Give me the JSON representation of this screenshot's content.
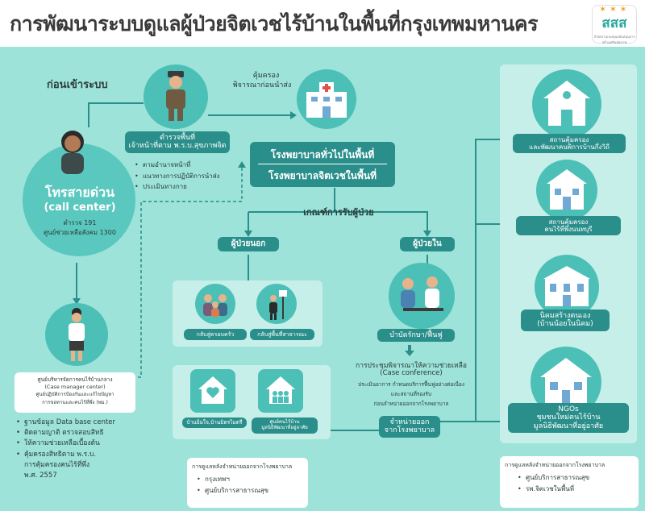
{
  "title": "การพัฒนาระบบดูแลผู้ป่วยจิตเวชไร้บ้านในพื้นที่กรุงเทพมหานคร",
  "logo": {
    "text": "สสส",
    "sub": "สำนักงานกองทุนสนับสนุนการสร้างเสริมสุขภาพ"
  },
  "before_system": "ก่อนเข้าระบบ",
  "call_center": {
    "title": "โทรสายด่วน",
    "sub": "(call center)",
    "line1": "ตำรวจ 191",
    "line2": "ศูนย์ช่วยเหลือสังคม 1300"
  },
  "police": {
    "label": "ตำรวจพื้นที่\nเจ้าหน้าที่ตาม พ.ร.บ.สุขภาพจิต",
    "bullets": [
      "ตามอำนาจหน้าที่",
      "แนวทางการปฏิบัติการนำส่ง",
      "ประเมินทางกาย"
    ]
  },
  "protect_note": {
    "line1": "คุ้มครอง",
    "line2": "พิจารณาก่อนนำส่ง"
  },
  "hospital": {
    "line1": "โรงพยาบาลทั่วไปในพื้นที่",
    "line2": "โรงพยาบาลจิตเวชในพื้นที่"
  },
  "criteria": "เกณฑ์การรับผู้ป่วย",
  "outpatient": "ผู้ป่วยนอก",
  "inpatient": "ผู้ป่วยใน",
  "out_options": [
    "กลับสู่ครอบครัว",
    "กลับสู่พื้นที่สาธารณะ"
  ],
  "out_places": [
    "บ้านอิ่มใจ,บ้านมิตรไมตรี",
    "ศูนย์คนไร้บ้าน\nมูลนิธิพัฒนาที่อยู่อาศัย"
  ],
  "out_followup": {
    "title": "การดูแลหลังจำหน่ายออกจากโรงพยาบาล",
    "items": [
      "กรุงเทพฯ",
      "ศูนย์บริการสาธารณสุข"
    ]
  },
  "treat_label": "บำบัดรักษา/ฟื้นฟู",
  "conference": {
    "title": "การประชุมพิจารณาให้ความช่วยเหลือ",
    "sub": "(Case conference)",
    "lines": [
      "ประเมินอาการ กำหนดบริการฟื้นฟูอย่างต่อเนื่อง",
      "และสถานที่รองรับ",
      "ก่อนจำหน่ายออกจากโรงพยาบาล"
    ]
  },
  "discharge": "จำหน่ายออก\nจากโรงพยาบาล",
  "case_manager": {
    "line1": "ศูนย์บริหารจัดการคนไร้บ้านกลาง",
    "line2": "(Case manager center)",
    "line3": "ศูนย์ปฏิบัติการป้องกันและแก้ไขปัญหา",
    "line4": "การขอทานและคนไร้ที่พึ่ง (พม.)"
  },
  "cm_bullets": [
    "ฐานข้อมูล Data base center",
    "ติดตามญาติ ตรวจสอบสิทธิ",
    "ให้ความช่วยเหลือเบื้องต้น",
    "คุ้มครองสิทธิตาม พ.ร.บ.\nการคุ้มครองคนไร้ที่พึ่ง\nพ.ศ. 2557"
  ],
  "right_column": [
    {
      "label": "สถานคุ้มครอง\nและพัฒนาคนพิการบ้านกึ่งวิถี"
    },
    {
      "label": "สถานคุ้มครอง\nคนไร้ที่พึ่งนนทบุรี"
    },
    {
      "label": "นิคมสร้างตนเอง\n(บ้านน้อยในนิคม)"
    },
    {
      "label": "NGOs\nชุมชนใหม่คนไร้บ้าน\nมูลนิธิพัฒนาที่อยู่อาศัย"
    }
  ],
  "right_followup": {
    "title": "การดูแลหลังจำหน่ายออกจากโรงพยาบาล",
    "items": [
      "ศูนย์บริการสาธารณสุข",
      "รพ.จิตเวชในพื้นที่"
    ]
  },
  "colors": {
    "panel": "#9de3d9",
    "circle": "#4cc0b6",
    "dark": "#2a8f8b"
  }
}
